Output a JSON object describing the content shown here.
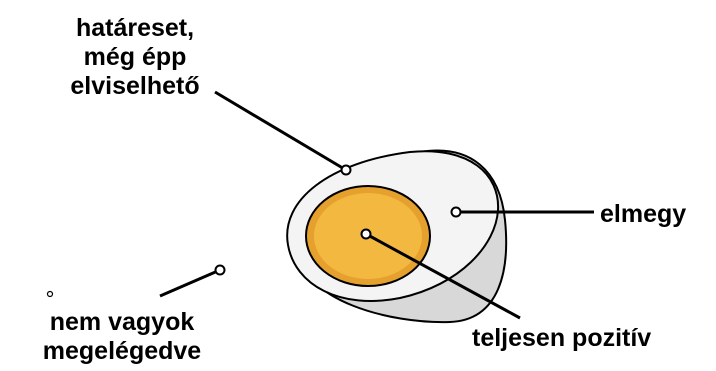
{
  "labels": {
    "top": [
      "határeset,",
      "még épp",
      "elviselhető"
    ],
    "right": "elmegy",
    "bottom_left": [
      "nem vagyok",
      "megelégedve"
    ],
    "bottom_right": "teljesen pozitív"
  },
  "colors": {
    "background": "#ffffff",
    "ink": "#000000",
    "egg_white": "#f4f4f4",
    "egg_shadow": "#d8d8d8",
    "yolk_outer": "#e6a02e",
    "yolk_inner": "#f2b840"
  }
}
